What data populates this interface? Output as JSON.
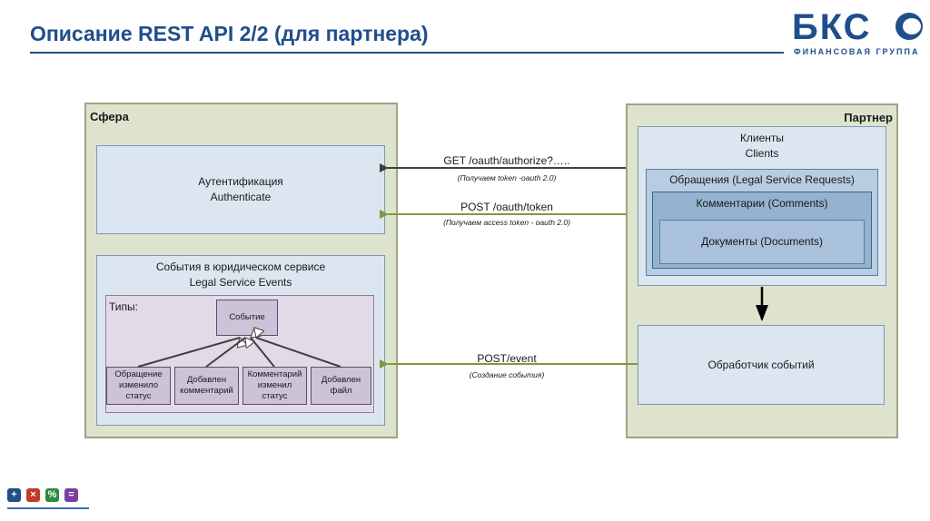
{
  "page": {
    "title": "Описание REST API 2/2 (для партнера)"
  },
  "logo": {
    "brand": "БКС",
    "subtitle": "ФИНАНСОВАЯ ГРУППА"
  },
  "sfera": {
    "label": "Сфера",
    "auth": {
      "line1": "Аутентификация",
      "line2": "Authenticate"
    },
    "events": {
      "line1": "События в юридическом сервисе",
      "line2": "Legal Service Events",
      "types_label": "Типы:",
      "parent": "Событие",
      "children": [
        {
          "lines": [
            "Обращение",
            "изменило",
            "статус"
          ]
        },
        {
          "lines": [
            "Добавлен",
            "комментарий"
          ]
        },
        {
          "lines": [
            "Комментарий",
            "изменил",
            "статус"
          ]
        },
        {
          "lines": [
            "Добавлен",
            "файл"
          ]
        }
      ]
    }
  },
  "partner": {
    "label": "Партнер",
    "clients": {
      "line1": "Клиенты",
      "line2": "Clients"
    },
    "requests": "Обращения (Legal Service Requests)",
    "comments": "Комментарии (Comments)",
    "documents": "Документы (Documents)",
    "handler": "Обработчик событий"
  },
  "arrows": [
    {
      "label": "GET /oauth/authorize?…..",
      "sub": "(Получаем token -oauth 2.0)",
      "color": "#404040"
    },
    {
      "label": "POST /oauth/token",
      "sub": "(Получаем access token - oauth 2.0)",
      "color": "#7f9a3e"
    },
    {
      "label": "POST/event",
      "sub": "(Создание события)",
      "color": "#7f9a3e"
    }
  ],
  "toolbar": [
    {
      "icon": "plus-icon",
      "glyph": "+",
      "color": "#1f4e8c"
    },
    {
      "icon": "close-icon",
      "glyph": "×",
      "color": "#c0392b"
    },
    {
      "icon": "percent-icon",
      "glyph": "%",
      "color": "#2e8b3e"
    },
    {
      "icon": "equals-icon",
      "glyph": "=",
      "color": "#7b3fa0"
    }
  ]
}
